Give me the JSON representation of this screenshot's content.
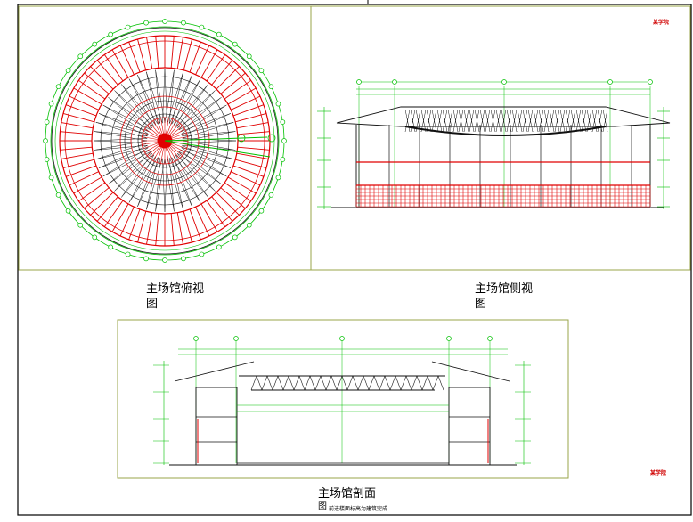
{
  "captions": {
    "plan_view": [
      "主场馆俯视",
      "图"
    ],
    "side_view": [
      "主场馆侧视",
      "图"
    ],
    "section_view": "主场馆剖面",
    "section_tail": "图"
  },
  "note": "前进楼面标高为建筑完成",
  "stamps": [
    "某学院",
    "某学院"
  ],
  "colors": {
    "frame": "#000000",
    "panel_border": "#9aa44a",
    "structure_red": "#e00000",
    "dimension_green": "#00c000",
    "truss_black": "#111111"
  }
}
